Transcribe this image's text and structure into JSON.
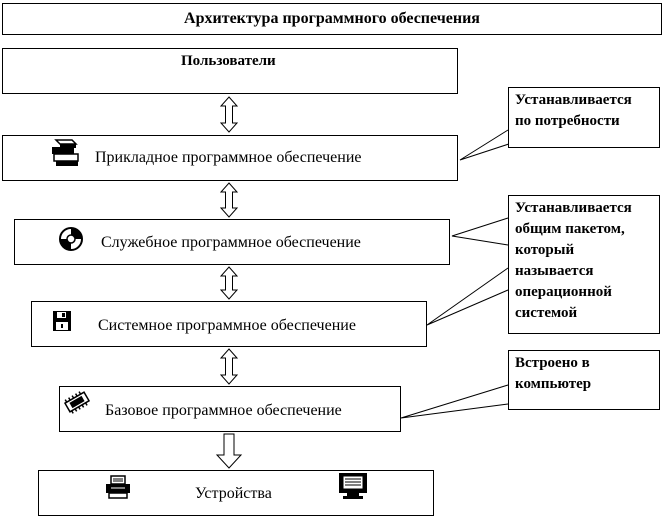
{
  "title": "Архитектура программного обеспечения",
  "layers": {
    "users": "Пользователи",
    "application": "Прикладное программное обеспечение",
    "utility": "Служебное программное обеспечение",
    "system": "Системное программное обеспечение",
    "base": "Базовое программное обеспечение",
    "devices": "Устройства"
  },
  "callouts": {
    "as_needed": [
      "Устанавливается",
      "по потребности"
    ],
    "os_package": [
      "Устанавливается",
      "общим пакетом,",
      "который",
      "называется",
      "операционной",
      "системой"
    ],
    "built_in": [
      "Встроено в",
      "компьютер"
    ]
  },
  "icons": {
    "application": "books-icon",
    "utility": "disc-icon",
    "system": "floppy-disk-icon",
    "base": "chip-icon",
    "devices_left": "printer-icon",
    "devices_right": "monitor-icon"
  }
}
